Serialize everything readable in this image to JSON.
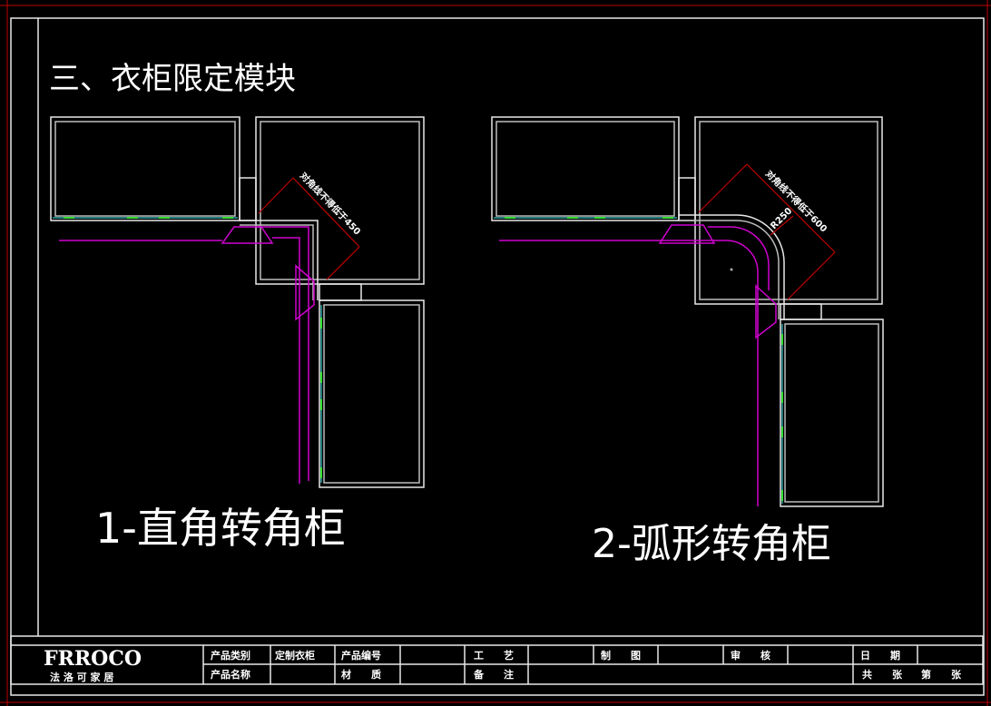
{
  "page_title": "三、衣柜限定模块",
  "drawings": [
    {
      "caption": "1-直角转角柜",
      "dimension_label": "对角线不得低于450"
    },
    {
      "caption": "2-弧形转角柜",
      "dimension_label": "对角线不得低于600",
      "radius_label": "R250"
    }
  ],
  "title_block": {
    "logo_text": "FRROCO",
    "logo_subtitle": "法 洛 可 家 居",
    "row1": [
      "产品类别",
      "定制衣柜",
      "产品编号",
      "",
      "工　　艺",
      "",
      "制　　图",
      "",
      "审　　核",
      "",
      "日　　期",
      ""
    ],
    "row2": [
      "产品名称",
      "",
      "材　　质",
      "",
      "备　　注",
      "",
      "共　　张",
      "第　　张"
    ]
  },
  "colors": {
    "frame": "#e8e8e8",
    "door": "#d000d0",
    "dimension": "#c00000",
    "panel": "#3cc8c8"
  }
}
